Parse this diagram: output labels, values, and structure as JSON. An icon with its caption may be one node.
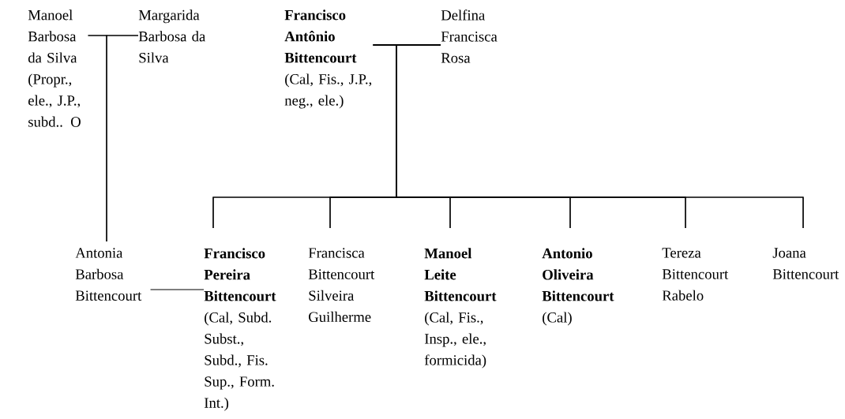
{
  "diagram": {
    "nodes": [
      {
        "text": [
          "Manoel Barbosa da Silva",
          "(Propr., ele., J.P., subd.. O"
        ]
      },
      {
        "text": [
          "Margarida Barbosa da Silva"
        ]
      },
      {
        "text": [
          "Francisco Antônio Bittencourt",
          "(Cal, Fis., J.P., neg., ele.)"
        ]
      },
      {
        "text": [
          "Delfina Francisca Rosa"
        ]
      },
      {
        "text": [
          "Antonia Barbosa Bittencourt"
        ]
      },
      {
        "text": [
          "Francisco Pereira Bittencourt",
          "(Cal, Subd. Subst., Subd., Fis. Sup., Form. Int.)"
        ]
      },
      {
        "text": [
          "Francisca Bittencourt Silveira Guilherme"
        ]
      },
      {
        "text": [
          "Manoel Leite Bittencourt",
          "(Cal, Fis., Insp., ele., formicida)"
        ]
      },
      {
        "text": [
          "Antonio Oliveira Bittencourt",
          "(Cal)"
        ]
      },
      {
        "text": [
          "Tereza Bittencourt Rabelo"
        ]
      },
      {
        "text": [
          "Joana Bittencourt"
        ]
      }
    ],
    "edges": [
      {
        "from": 0,
        "to": 1,
        "arrow": "none"
      },
      {
        "from": 0,
        "to": 4,
        "arrow": "none"
      },
      {
        "from": 1,
        "to": 4,
        "arrow": "none"
      },
      {
        "from": 2,
        "to": 3,
        "arrow": "none"
      },
      {
        "from": 2,
        "to": 5,
        "arrow": "none"
      },
      {
        "from": 2,
        "to": 6,
        "arrow": "none"
      },
      {
        "from": 2,
        "to": 7,
        "arrow": "none"
      },
      {
        "from": 2,
        "to": 8,
        "arrow": "none"
      },
      {
        "from": 2,
        "to": 9,
        "arrow": "none"
      },
      {
        "from": 2,
        "to": 10,
        "arrow": "none"
      },
      {
        "from": 3,
        "to": 5,
        "arrow": "none"
      },
      {
        "from": 3,
        "to": 6,
        "arrow": "none"
      },
      {
        "from": 3,
        "to": 7,
        "arrow": "none"
      },
      {
        "from": 3,
        "to": 8,
        "arrow": "none"
      },
      {
        "from": 3,
        "to": 9,
        "arrow": "none"
      },
      {
        "from": 3,
        "to": 10,
        "arrow": "none"
      },
      {
        "from": 4,
        "to": 5,
        "arrow": "none"
      }
    ]
  }
}
